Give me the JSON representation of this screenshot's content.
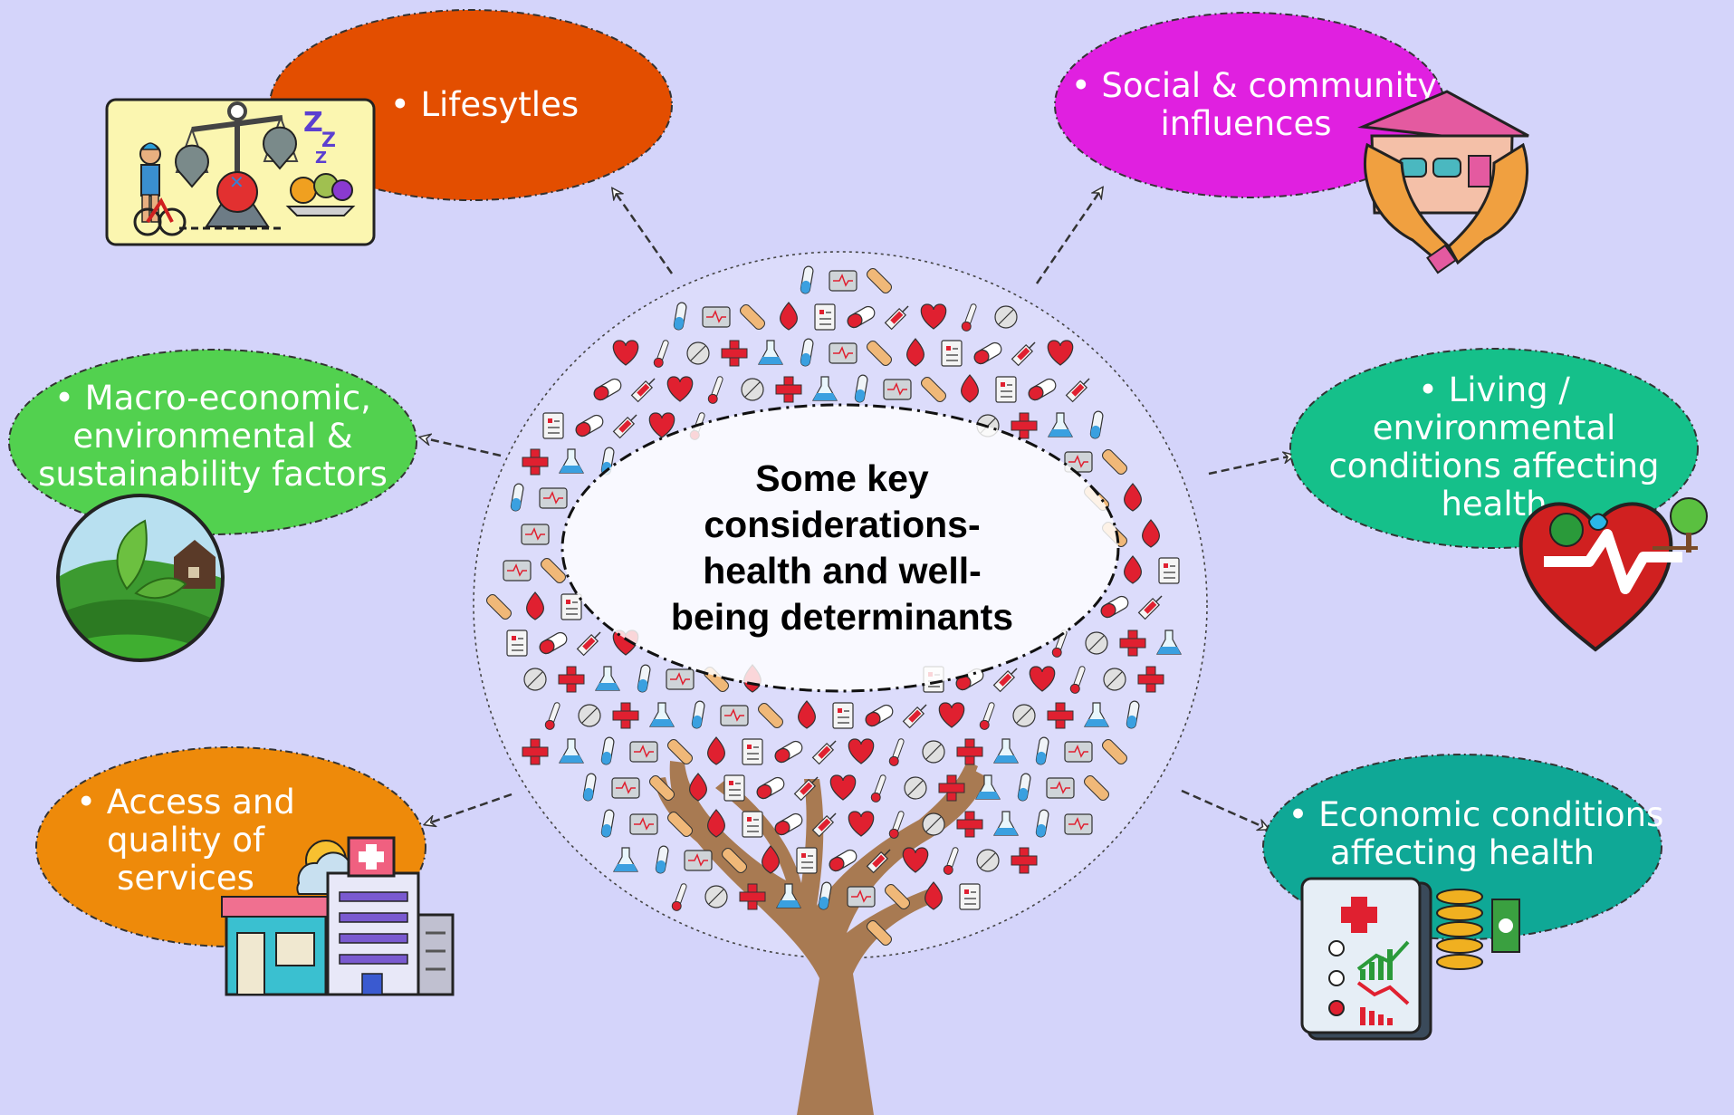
{
  "center": {
    "title_lines": [
      "Some key",
      "considerations-",
      "health and well-",
      "being determinants"
    ]
  },
  "determinants": {
    "lifestyles": {
      "label": "• Lifesytles",
      "color": "#e34e00"
    },
    "social": {
      "line1": "• Social & community",
      "line2": "influences",
      "color": "#e020e0"
    },
    "macro": {
      "line1": "• Macro-economic,",
      "line2": "environmental &",
      "line3": "sustainability factors",
      "color": "#52d14f"
    },
    "living": {
      "line1": "• Living /",
      "line2": "environmental",
      "line3": "conditions affecting",
      "line4": "health",
      "color": "#15c08a"
    },
    "access": {
      "line1": "• Access and",
      "line2": "quality of",
      "line3": "services",
      "color": "#ee8a0a"
    },
    "economic": {
      "line1": "• Economic conditions",
      "line2": "affecting health",
      "color": "#0fa896"
    }
  },
  "colors": {
    "background": "#d4d4fa",
    "tree_trunk": "#a87a52",
    "medical_red": "#e02030",
    "medical_blue": "#3aa0e0"
  },
  "icons": [
    "lifestyle-balance-icon",
    "community-house-icon",
    "landscape-farm-icon",
    "heart-environment-icon",
    "hospital-building-icon",
    "economic-report-icon",
    "tree-trunk-icon",
    "medical-pattern-icon"
  ]
}
